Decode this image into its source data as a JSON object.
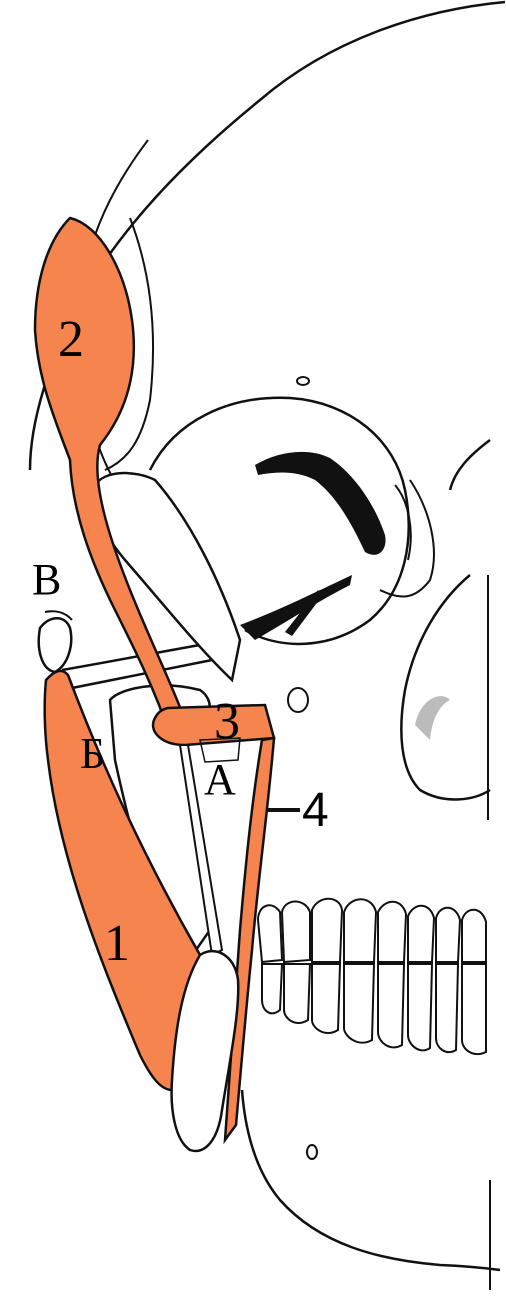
{
  "colors": {
    "muscle": "#F5844F",
    "outline": "#111111",
    "bone": "#ffffff",
    "shadow": "#111111",
    "shadow_soft": "#bbbbbb"
  },
  "labels": {
    "muscle_1": "1",
    "muscle_2": "2",
    "muscle_3": "3",
    "muscle_4": "4",
    "part_a": "А",
    "part_b": "Б",
    "part_v": "В"
  }
}
